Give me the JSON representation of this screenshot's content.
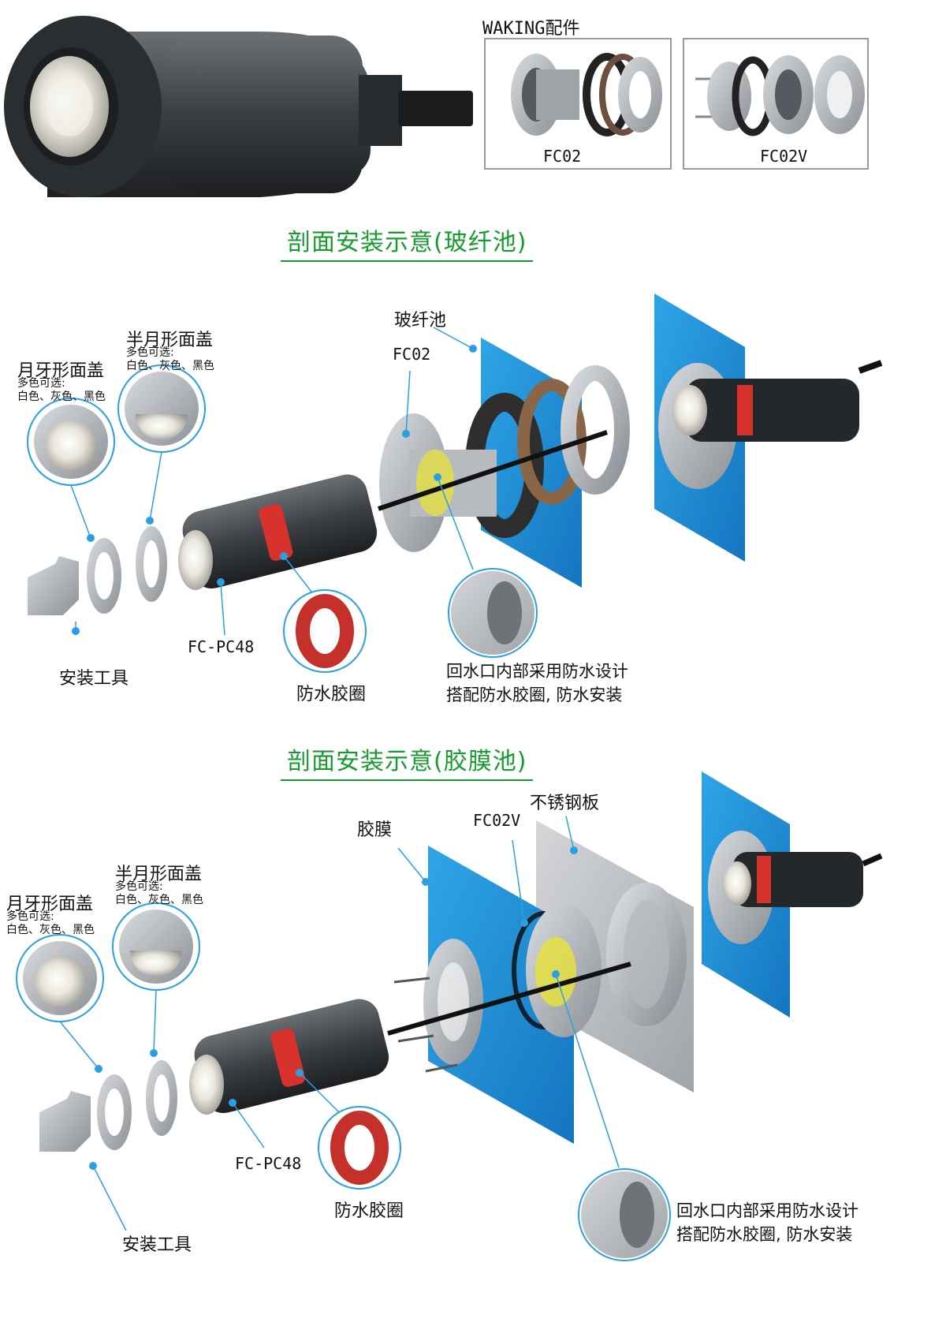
{
  "accessories": {
    "heading": "WAKING配件",
    "items": [
      {
        "code": "FC02"
      },
      {
        "code": "FC02V"
      }
    ]
  },
  "section1": {
    "title": "剖面安装示意(玻纤池)",
    "crescent_cover": {
      "name": "月牙形面盖",
      "options_label": "多色可选:",
      "options": "白色、灰色、黑色"
    },
    "half_moon_cover": {
      "name": "半月形面盖",
      "options_label": "多色可选:",
      "options": "白色、灰色、黑色"
    },
    "tool": "安装工具",
    "light_model": "FC-PC48",
    "ring": "防水胶圈",
    "pool": "玻纤池",
    "fitting": "FC02",
    "note_line1": "回水口内部采用防水设计",
    "note_line2": "搭配防水胶圈, 防水安装"
  },
  "section2": {
    "title": "剖面安装示意(胶膜池)",
    "crescent_cover": {
      "name": "月牙形面盖",
      "options_label": "多色可选:",
      "options": "白色、灰色、黑色"
    },
    "half_moon_cover": {
      "name": "半月形面盖",
      "options_label": "多色可选:",
      "options": "白色、灰色、黑色"
    },
    "tool": "安装工具",
    "light_model": "FC-PC48",
    "ring": "防水胶圈",
    "membrane": "胶膜",
    "fitting": "FC02V",
    "steel_plate": "不锈钢板",
    "note_line1": "回水口内部采用防水设计",
    "note_line2": "搭配防水胶圈, 防水安装"
  },
  "colors": {
    "title_green": "#169c2e",
    "pool_blue": "#1a8fd6",
    "ring_red": "#d8322c",
    "leader_blue": "#2aa0e0",
    "highlight_yellow": "#e8e23a"
  }
}
